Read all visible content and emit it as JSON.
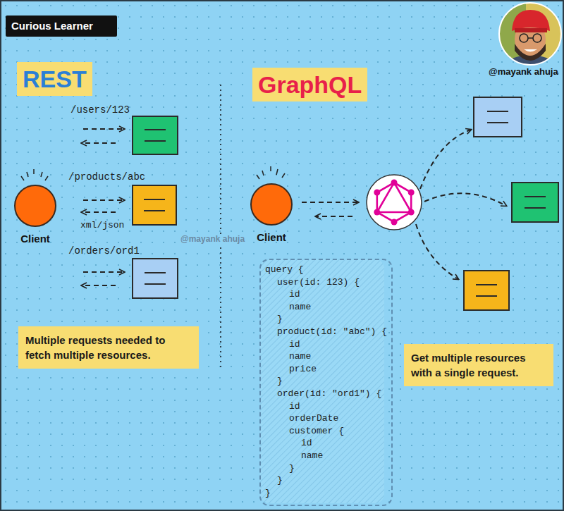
{
  "diagram": {
    "nodes": [
      {
        "text": [
          "Curious Learner"
        ]
      },
      {
        "text": [
          "REST"
        ]
      },
      {
        "text": [
          "GraphQL"
        ]
      },
      {
        "text": [
          "Client"
        ]
      },
      {
        "text": [
          "Multiple requests needed to fetch multiple resources."
        ]
      },
      {
        "text": [
          "Client"
        ]
      },
      {
        "text": [
          "query {",
          "user(id: 123) {",
          "id",
          "name",
          "}",
          "product(id: \"abc\") {",
          "id",
          "name",
          "price",
          "}",
          "order(id: \"ord1\") {",
          "id",
          "orderDate",
          "customer {",
          "id",
          "name",
          "}",
          "}",
          "}"
        ]
      },
      {
        "text": [
          "Get multiple resources with a single request."
        ]
      }
    ],
    "labels": [
      "@mayank ahuja",
      "/users/123",
      "/products/abc",
      "xml/json",
      "/orders/ord1",
      "@mayank ahuja"
    ]
  }
}
